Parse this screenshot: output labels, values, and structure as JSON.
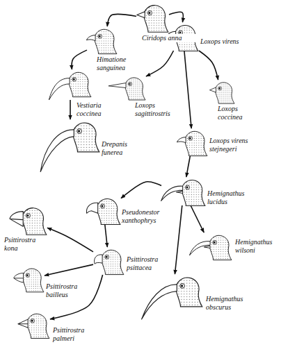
{
  "diagram": {
    "nodes": [
      {
        "text": [
          "Ciridops anna"
        ]
      },
      {
        "text": [
          "Himatione sanguinea"
        ]
      },
      {
        "text": [
          "Loxops virens"
        ]
      },
      {
        "text": [
          "Vestiaria coccinea"
        ]
      },
      {
        "text": [
          "Loxops sagittirostris"
        ]
      },
      {
        "text": [
          "Loxops coccinea"
        ]
      },
      {
        "text": [
          "Drepanis funerea"
        ]
      },
      {
        "text": [
          "Loxops virens stejnegeri"
        ]
      },
      {
        "text": [
          "Pseudonestor xanthophrys"
        ]
      },
      {
        "text": [
          "Hemignathus lucidus"
        ]
      },
      {
        "text": [
          "Psittirostra kona"
        ]
      },
      {
        "text": [
          "Psittirostra psittacea"
        ]
      },
      {
        "text": [
          "Hemignathus wilsoni"
        ]
      },
      {
        "text": [
          "Psittirostra bailleus"
        ]
      },
      {
        "text": [
          "Hemignathus obscurus"
        ]
      },
      {
        "text": [
          "Psittirostra palmeri"
        ]
      }
    ],
    "edges": [
      {
        "from": 0,
        "to": 1,
        "arrow": "to"
      },
      {
        "from": 0,
        "to": 2,
        "arrow": "to"
      },
      {
        "from": 1,
        "to": 3,
        "arrow": "to"
      },
      {
        "from": 3,
        "to": 6,
        "arrow": "to"
      },
      {
        "from": 2,
        "to": 4,
        "arrow": "to"
      },
      {
        "from": 2,
        "to": 5,
        "arrow": "to"
      },
      {
        "from": 2,
        "to": 7,
        "arrow": "to"
      },
      {
        "from": 7,
        "to": 9,
        "arrow": "to"
      },
      {
        "from": 9,
        "to": 8,
        "arrow": "to"
      },
      {
        "from": 8,
        "to": 11,
        "arrow": "to"
      },
      {
        "from": 11,
        "to": 10,
        "arrow": "to"
      },
      {
        "from": 11,
        "to": 13,
        "arrow": "to"
      },
      {
        "from": 11,
        "to": 15,
        "arrow": "to"
      },
      {
        "from": 9,
        "to": 12,
        "arrow": "to"
      },
      {
        "from": 9,
        "to": 14,
        "arrow": "to"
      }
    ]
  }
}
